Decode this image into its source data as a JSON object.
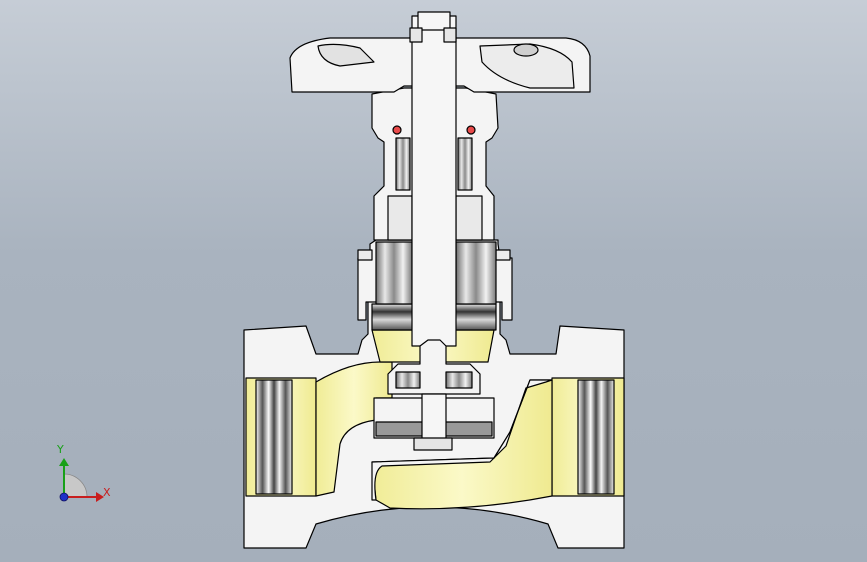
{
  "viewport": {
    "background_top": "#c6cdd6",
    "background_bottom": "#a5afbb"
  },
  "model": {
    "part": "globe-valve-section-view",
    "body_color": "#f4f4f4",
    "cut_color": "#f5f2a3",
    "seal_color": "#e84a4a"
  },
  "triad": {
    "x_label": "X",
    "y_label": "Y",
    "x_color": "#c81e1e",
    "y_color": "#18a018",
    "z_color": "#2030c8"
  }
}
